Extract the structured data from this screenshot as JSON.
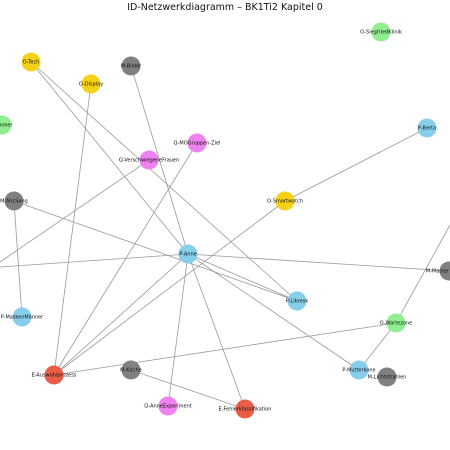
{
  "title": "ID-Netzwerkdiagramm – BK1Ti2 Kapitel 0",
  "colors": {
    "P": "#87ceeb",
    "O": "#f5d117",
    "M": "#808080",
    "Q": "#ee82ee",
    "E": "#ec5d47",
    "Ort": "#90ee90"
  },
  "nodes": [
    {
      "id": "o-tech",
      "label": "O-Tech",
      "type": "O"
    },
    {
      "id": "m-bilder",
      "label": "M-Bilder",
      "type": "M"
    },
    {
      "id": "o-display",
      "label": "O-Display",
      "type": "O"
    },
    {
      "id": "o-siegfriedklinik",
      "label": "O-SiegfriedKlinik",
      "type": "Ort"
    },
    {
      "id": "o-kammer",
      "label": "Kammer",
      "type": "Ort"
    },
    {
      "id": "p-berta",
      "label": "P-Berta",
      "type": "P"
    },
    {
      "id": "q-mogruppen-ziel",
      "label": "Q-MOGruppen-Ziel",
      "type": "Q"
    },
    {
      "id": "q-verschwiegene-frauen",
      "label": "Q-VerschwiegeneFrauen",
      "type": "Q"
    },
    {
      "id": "m-mrsang",
      "label": "M-MrsSang",
      "type": "M"
    },
    {
      "id": "o-smartwatch",
      "label": "O-Smartwatch",
      "type": "O"
    },
    {
      "id": "p-anne",
      "label": "P-Anne",
      "type": "P"
    },
    {
      "id": "m-master",
      "label": "M-Master",
      "type": "M"
    },
    {
      "id": "p-libresk",
      "label": "P-Libresk",
      "type": "P"
    },
    {
      "id": "p-masken-mann",
      "label": "P-MaskenMänner",
      "type": "P"
    },
    {
      "id": "o-wartezone",
      "label": "O-Wartezone",
      "type": "Ort"
    },
    {
      "id": "p-mutter",
      "label": "P-Mutterkone",
      "type": "P"
    },
    {
      "id": "m-lichtstrahlen",
      "label": "M-Lichtstrahlen",
      "type": "M"
    },
    {
      "id": "e-auswahlprozess",
      "label": "E-Auswahlprozess",
      "type": "E"
    },
    {
      "id": "m-kirche",
      "label": "M-Kirche",
      "type": "M"
    },
    {
      "id": "q-anne-experiment",
      "label": "Q-AnneExperiment",
      "type": "Q"
    },
    {
      "id": "e-fehlerklassifikation",
      "label": "E-Fehlerklassifikation",
      "type": "E"
    }
  ],
  "edges": [
    [
      "o-tech",
      "p-anne"
    ],
    [
      "o-tech",
      "p-libresk"
    ],
    [
      "o-display",
      "e-auswahlprozess"
    ],
    [
      "m-bilder",
      "p-anne"
    ],
    [
      "q-mogruppen-ziel",
      "e-auswahlprozess"
    ],
    [
      "q-verschwiegene-frauen",
      "left-1"
    ],
    [
      "m-mrsang",
      "p-libresk"
    ],
    [
      "m-mrsang",
      "p-masken-mann"
    ],
    [
      "o-smartwatch",
      "p-berta"
    ],
    [
      "o-smartwatch",
      "e-auswahlprozess"
    ],
    [
      "p-anne",
      "left-2"
    ],
    [
      "p-anne",
      "m-master"
    ],
    [
      "p-anne",
      "p-libresk"
    ],
    [
      "p-anne",
      "p-mutter"
    ],
    [
      "p-anne",
      "e-auswahlprozess"
    ],
    [
      "p-anne",
      "q-anne-experiment"
    ],
    [
      "p-anne",
      "e-fehlerklassifikation"
    ],
    [
      "o-wartezone",
      "right-1"
    ],
    [
      "o-wartezone",
      "p-mutter"
    ],
    [
      "o-wartezone",
      "e-auswahlprozess"
    ],
    [
      "m-kirche",
      "e-fehlerklassifikation"
    ]
  ]
}
